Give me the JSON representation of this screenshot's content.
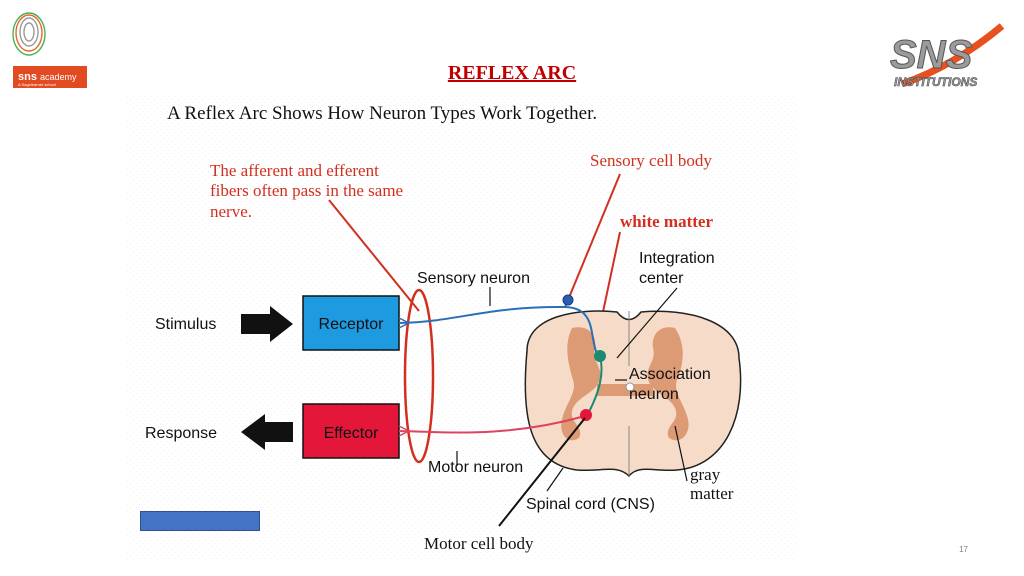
{
  "header": {
    "slide_title": "REFLEX ARC",
    "left_logo": {
      "brand": "sns",
      "tagline": "academy",
      "subline": "A Sagelearner school"
    },
    "right_logo": {
      "brand": "SNS",
      "subline": "INSTITUTIONS"
    }
  },
  "diagram": {
    "heading": "A Reflex Arc Shows How Neuron Types Work Together.",
    "callouts": {
      "fibers_line1": "The afferent and efferent",
      "fibers_line2": "fibers often pass in the same",
      "fibers_line3": "nerve.",
      "sensory_cell_body": "Sensory cell body",
      "white_matter": "white matter",
      "gray_line1": "gray",
      "gray_line2": "matter",
      "motor_cell_body": "Motor cell body"
    },
    "labels": {
      "stimulus": "Stimulus",
      "response": "Response",
      "receptor": "Receptor",
      "effector": "Effector",
      "sensory_neuron": "Sensory neuron",
      "motor_neuron": "Motor neuron",
      "integration_line1": "Integration",
      "integration_line2": "center",
      "association_line1": "Association",
      "association_line2": "neuron",
      "spinal_cord": "Spinal cord (CNS)"
    },
    "colors": {
      "callout_red": "#d32f1f",
      "receptor_fill": "#1e9be0",
      "effector_fill": "#e4173a",
      "sensory_path": "#2a6fb5",
      "motor_path": "#e0435f",
      "association_path": "#1a8a72",
      "cord_fill": "#f6dcc8",
      "gray_matter": "#dc9a75"
    }
  },
  "footer": {
    "page_number": "17"
  }
}
